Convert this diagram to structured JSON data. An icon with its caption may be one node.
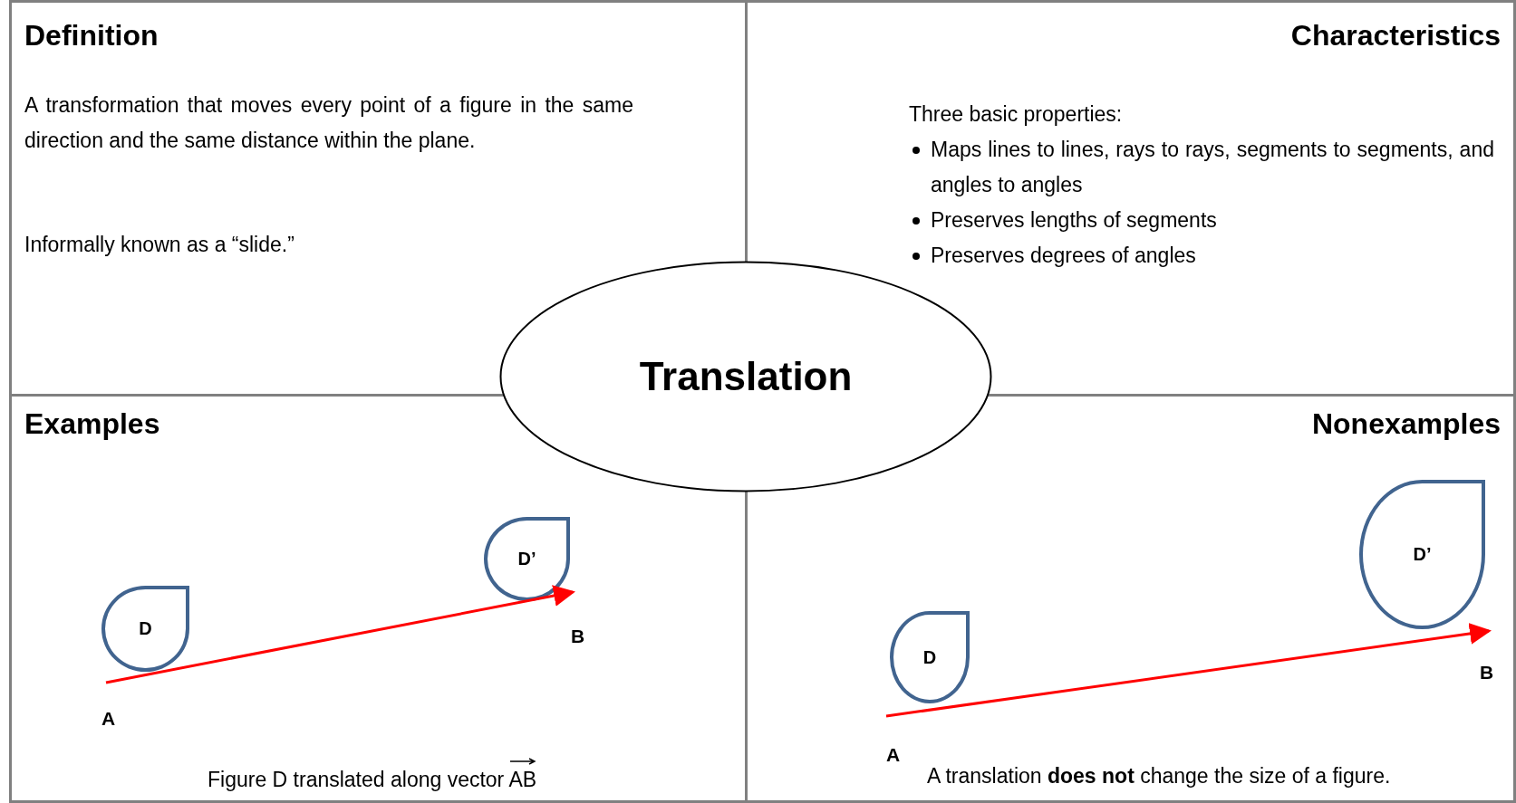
{
  "diagram": {
    "nodes": [
      {
        "text": [
          "Definition",
          "A transformation that moves every point of a figure in the same direction and the same distance within the plane.",
          "Informally known as a “slide.”"
        ]
      },
      {
        "text": [
          "Characteristics",
          "Three basic properties:",
          "Maps lines to lines, rays to rays, segments to segments, and angles to angles",
          "Preserves lengths of segments",
          "Preserves degrees of angles"
        ]
      },
      {
        "text": [
          "Examples",
          "Figure D translated along vector AB"
        ]
      },
      {
        "text": [
          "Nonexamples",
          "A translation **does not** change the size of a figure."
        ]
      },
      {
        "text": [
          "Translation"
        ]
      },
      {
        "text": [
          "D"
        ],
        "in": 2
      },
      {
        "text": [
          "D’"
        ],
        "in": 2
      },
      {
        "text": [
          "D"
        ],
        "in": 3
      },
      {
        "text": [
          "D’"
        ],
        "in": 3
      }
    ],
    "labels": [
      "A",
      "B",
      "A",
      "B"
    ]
  }
}
